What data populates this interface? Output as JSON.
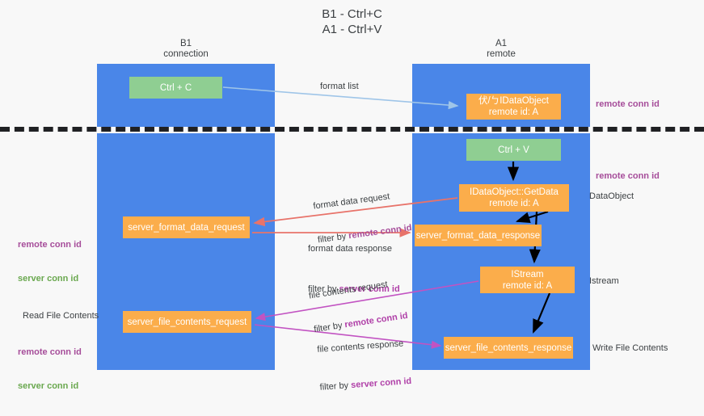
{
  "title": "B1 - Ctrl+C\nA1 - Ctrl+V",
  "columns": {
    "left": "B1\nconnection",
    "right": "A1\nremote"
  },
  "nodes": {
    "ctrl_c": "Ctrl + C",
    "idataobject_remote": "伏/ㄅIDataObject\nremote id: A",
    "ctrl_v": "Ctrl + V",
    "getdata": "IDataObject::GetData\nremote id: A",
    "server_format_data_request": "server_format_data_request",
    "server_format_data_response": "server_format_data_response",
    "istream": "IStream\nremote id: A",
    "server_file_contents_request": "server_file_contents_request",
    "server_file_contents_response": "server_file_contents_response"
  },
  "annotations": {
    "remote_conn_id_top": "remote conn id",
    "remote_conn_id_mid": "remote conn id",
    "dataobject": "DataObject",
    "istream": "Istream",
    "write_file_contents": "Write File Contents",
    "read_file_contents": "Read File Contents",
    "remote_conn_id": "remote conn id",
    "server_conn_id": "server conn id"
  },
  "edges": {
    "format_list": "format list",
    "format_data_request": "format data request",
    "format_data_request_filter_prefix": "filter by ",
    "format_data_request_filter_value": "remote conn id",
    "format_data_response": "format data response",
    "format_data_response_filter_prefix": "filter by ",
    "format_data_response_filter_value": "server conn id",
    "file_contents_request": "file contents request",
    "file_contents_request_filter_prefix": "filter by ",
    "file_contents_request_filter_value": "remote conn id",
    "file_contents_response": "file contents response",
    "file_contents_response_filter_prefix": "filter by ",
    "file_contents_response_filter_value": "server conn id"
  },
  "colors": {
    "lane": "#4a86e8",
    "green_node": "#8fce92",
    "orange_node": "#fbad4b",
    "purple_text": "#a64d9a",
    "green_text": "#6aa84f",
    "arrow_blue": "#9fc5e8",
    "arrow_red": "#e8736a",
    "arrow_magenta": "#c253c2",
    "arrow_black": "#000000",
    "background": "#f8f8f8"
  }
}
